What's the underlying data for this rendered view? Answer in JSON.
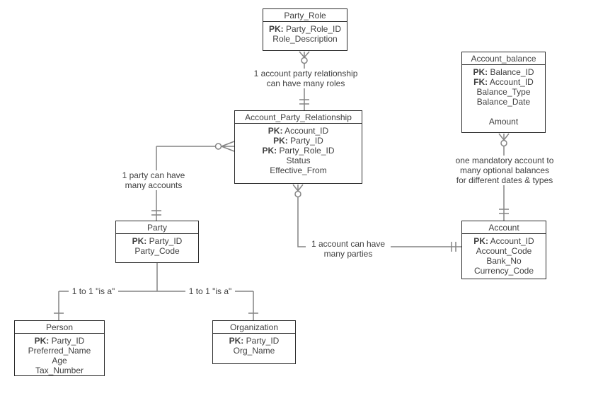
{
  "diagram": {
    "type": "entity-relationship-diagram",
    "background_color": "#ffffff",
    "box_border_color": "#2b2b2b",
    "connector_color": "#848484",
    "text_color": "#3f3f3f"
  },
  "entities": {
    "party_role": {
      "title": "Party_Role",
      "rows": [
        {
          "k": "PK:",
          "t": "Party_Role_ID"
        },
        {
          "k": "",
          "t": "Role_Description"
        }
      ]
    },
    "account_balance": {
      "title": "Account_balance",
      "rows": [
        {
          "k": "PK:",
          "t": "Balance_ID"
        },
        {
          "k": "FK:",
          "t": "Account_ID"
        },
        {
          "k": "",
          "t": "Balance_Type"
        },
        {
          "k": "",
          "t": "Balance_Date"
        },
        {
          "k": "",
          "t": ""
        },
        {
          "k": "",
          "t": "Amount"
        }
      ]
    },
    "account_party_relationship": {
      "title": "Account_Party_Relationship",
      "rows": [
        {
          "k": "PK:",
          "t": "Account_ID"
        },
        {
          "k": "PK:",
          "t": "Party_ID"
        },
        {
          "k": "PK:",
          "t": "Party_Role_ID"
        },
        {
          "k": "",
          "t": "Status"
        },
        {
          "k": "",
          "t": "Effective_From"
        }
      ]
    },
    "party": {
      "title": "Party",
      "rows": [
        {
          "k": "PK:",
          "t": "Party_ID"
        },
        {
          "k": "",
          "t": "Party_Code"
        }
      ]
    },
    "account": {
      "title": "Account",
      "rows": [
        {
          "k": "PK:",
          "t": "Account_ID"
        },
        {
          "k": "",
          "t": "Account_Code"
        },
        {
          "k": "",
          "t": "Bank_No"
        },
        {
          "k": "",
          "t": "Currency_Code"
        }
      ]
    },
    "person": {
      "title": "Person",
      "rows": [
        {
          "k": "PK:",
          "t": "Party_ID"
        },
        {
          "k": "",
          "t": "Preferred_Name"
        },
        {
          "k": "",
          "t": "Age"
        },
        {
          "k": "",
          "t": "Tax_Number"
        }
      ]
    },
    "organization": {
      "title": "Organization",
      "rows": [
        {
          "k": "PK:",
          "t": "Party_ID"
        },
        {
          "k": "",
          "t": "Org_Name"
        }
      ]
    }
  },
  "labels": {
    "partyrole_apr": "1 account party relationship\ncan have many roles",
    "party_apr": "1 party can have\nmany accounts",
    "apr_account": "1 account can have\nmany parties",
    "balance_account": "one mandatory account to\nmany optional balances\nfor different dates & types",
    "isa_left": "1 to 1 \"is a\"",
    "isa_right": "1 to 1 \"is a\""
  }
}
